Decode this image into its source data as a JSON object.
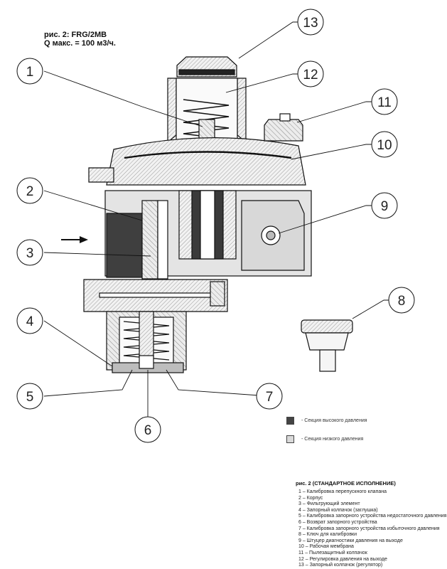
{
  "header": {
    "line1": "рис. 2: FRG/2MB",
    "line2": "Q макс. = 100 м3/ч."
  },
  "callouts": [
    "1",
    "2",
    "3",
    "4",
    "5",
    "6",
    "7",
    "8",
    "9",
    "10",
    "11",
    "12",
    "13"
  ],
  "legend": {
    "high": {
      "text": "- Секция высокого давления",
      "color": "#444444"
    },
    "low": {
      "text": "- Секция низкого давления",
      "color": "#d9d9d9"
    }
  },
  "parts": {
    "title": "рис. 2 (СТАНДАРТНОЕ ИСПОЛНЕНИЕ)",
    "items": [
      "1 – Калибровка перепускного клапана",
      "2 – Корпус",
      "3 – Фильтрующий элемент",
      "4 – Запорный колпачок (заглушка)",
      "5 – Калибровка запорного устройства недостаточного давления",
      "6 – Возврат запорного устройства",
      "7 – Калибровка запорного устройства избыточного давления",
      "8 – Ключ для калибровки",
      "9 – Штуцер диагностики давления на выходе",
      "10 – Рабочая мембрана",
      "11 – Пылезащитный колпачок",
      "12 – Регулировка давления на выходе",
      "13 – Запорный колпачок (регулятор)"
    ]
  }
}
